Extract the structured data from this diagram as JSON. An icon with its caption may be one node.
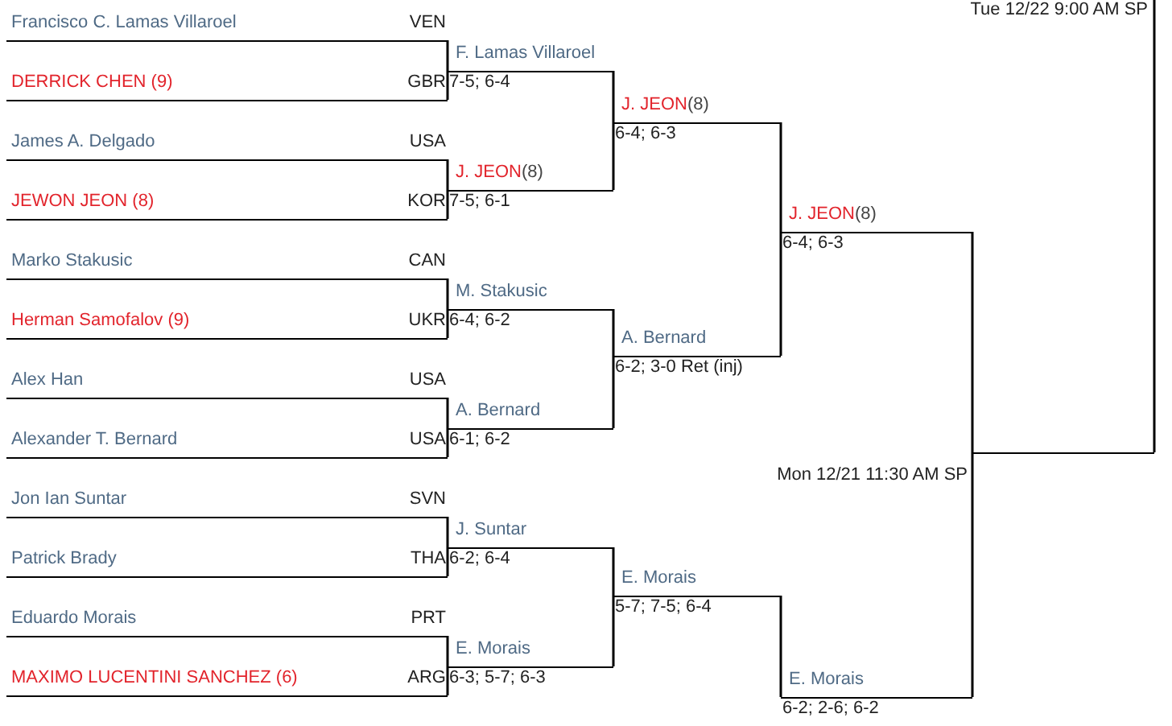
{
  "diagram": {
    "nodes": [
      {
        "text": [
          "Francisco C. Lamas Villaroel",
          "VEN"
        ]
      },
      {
        "text": [
          "DERRICK CHEN (9)",
          "GBR"
        ]
      },
      {
        "text": [
          "James A. Delgado",
          "USA"
        ]
      },
      {
        "text": [
          "JEWON JEON (8)",
          "KOR"
        ]
      },
      {
        "text": [
          "Marko Stakusic",
          "CAN"
        ]
      },
      {
        "text": [
          "Herman Samofalov (9)",
          "UKR"
        ]
      },
      {
        "text": [
          "Alex Han",
          "USA"
        ]
      },
      {
        "text": [
          "Alexander T. Bernard",
          "USA"
        ]
      },
      {
        "text": [
          "Jon Ian Suntar",
          "SVN"
        ]
      },
      {
        "text": [
          "Patrick Brady",
          "THA"
        ]
      },
      {
        "text": [
          "Eduardo Morais",
          "PRT"
        ]
      },
      {
        "text": [
          "MAXIMO LUCENTINI SANCHEZ (6)",
          "ARG"
        ]
      },
      {
        "text": [
          "F. Lamas Villaroel"
        ],
        "beside": [
          "7-5; 6-4"
        ]
      },
      {
        "text": [
          "J. JEON",
          "(8)"
        ],
        "beside": [
          "7-5; 6-1"
        ]
      },
      {
        "text": [
          "M. Stakusic"
        ],
        "beside": [
          "6-4; 6-2"
        ]
      },
      {
        "text": [
          "A. Bernard"
        ],
        "beside": [
          "6-1; 6-2"
        ]
      },
      {
        "text": [
          "J. Suntar"
        ],
        "beside": [
          "6-2; 6-4"
        ]
      },
      {
        "text": [
          "E. Morais"
        ],
        "beside": [
          "6-3; 5-7; 6-3"
        ]
      },
      {
        "text": [
          "J. JEON",
          "(8)"
        ],
        "beside": [
          "6-4; 6-3"
        ]
      },
      {
        "text": [
          "A. Bernard"
        ],
        "beside": [
          "6-2; 3-0 Ret (inj)"
        ]
      },
      {
        "text": [
          "E. Morais"
        ],
        "beside": [
          "5-7; 7-5; 6-4"
        ]
      },
      {
        "text": [
          "J. JEON",
          "(8)"
        ],
        "beside": [
          "6-4; 6-3"
        ]
      },
      {
        "text": [
          "E. Morais"
        ],
        "beside": [
          "6-2; 2-6; 6-2"
        ]
      },
      {
        "text": [],
        "shape": "bar"
      },
      {
        "text": [
          "Tue 12/22 9:00 AM SP"
        ]
      }
    ],
    "edges": [
      {
        "from": 0,
        "to": 12,
        "arrow": "none"
      },
      {
        "from": 1,
        "to": 12,
        "arrow": "none"
      },
      {
        "from": 2,
        "to": 13,
        "arrow": "none"
      },
      {
        "from": 3,
        "to": 13,
        "arrow": "none"
      },
      {
        "from": 4,
        "to": 14,
        "arrow": "none"
      },
      {
        "from": 5,
        "to": 14,
        "arrow": "none"
      },
      {
        "from": 6,
        "to": 15,
        "arrow": "none"
      },
      {
        "from": 7,
        "to": 15,
        "arrow": "none"
      },
      {
        "from": 8,
        "to": 16,
        "arrow": "none"
      },
      {
        "from": 9,
        "to": 16,
        "arrow": "none"
      },
      {
        "from": 10,
        "to": 17,
        "arrow": "none"
      },
      {
        "from": 11,
        "to": 17,
        "arrow": "none"
      },
      {
        "from": 12,
        "to": 18,
        "arrow": "none"
      },
      {
        "from": 13,
        "to": 18,
        "arrow": "none"
      },
      {
        "from": 14,
        "to": 19,
        "arrow": "none"
      },
      {
        "from": 15,
        "to": 19,
        "arrow": "none"
      },
      {
        "from": 16,
        "to": 20,
        "arrow": "none"
      },
      {
        "from": 17,
        "to": 20,
        "arrow": "none"
      },
      {
        "from": 18,
        "to": 21,
        "arrow": "none"
      },
      {
        "from": 19,
        "to": 21,
        "arrow": "none"
      },
      {
        "from": 20,
        "to": 22,
        "arrow": "none"
      },
      {
        "from": 21,
        "to": 23,
        "arrow": "none"
      },
      {
        "from": 22,
        "to": 23,
        "arrow": "none"
      },
      {
        "from": 23,
        "to": 24,
        "arrow": "none"
      }
    ],
    "labels": [
      "Mon 12/21 11:30 AM SP"
    ]
  }
}
